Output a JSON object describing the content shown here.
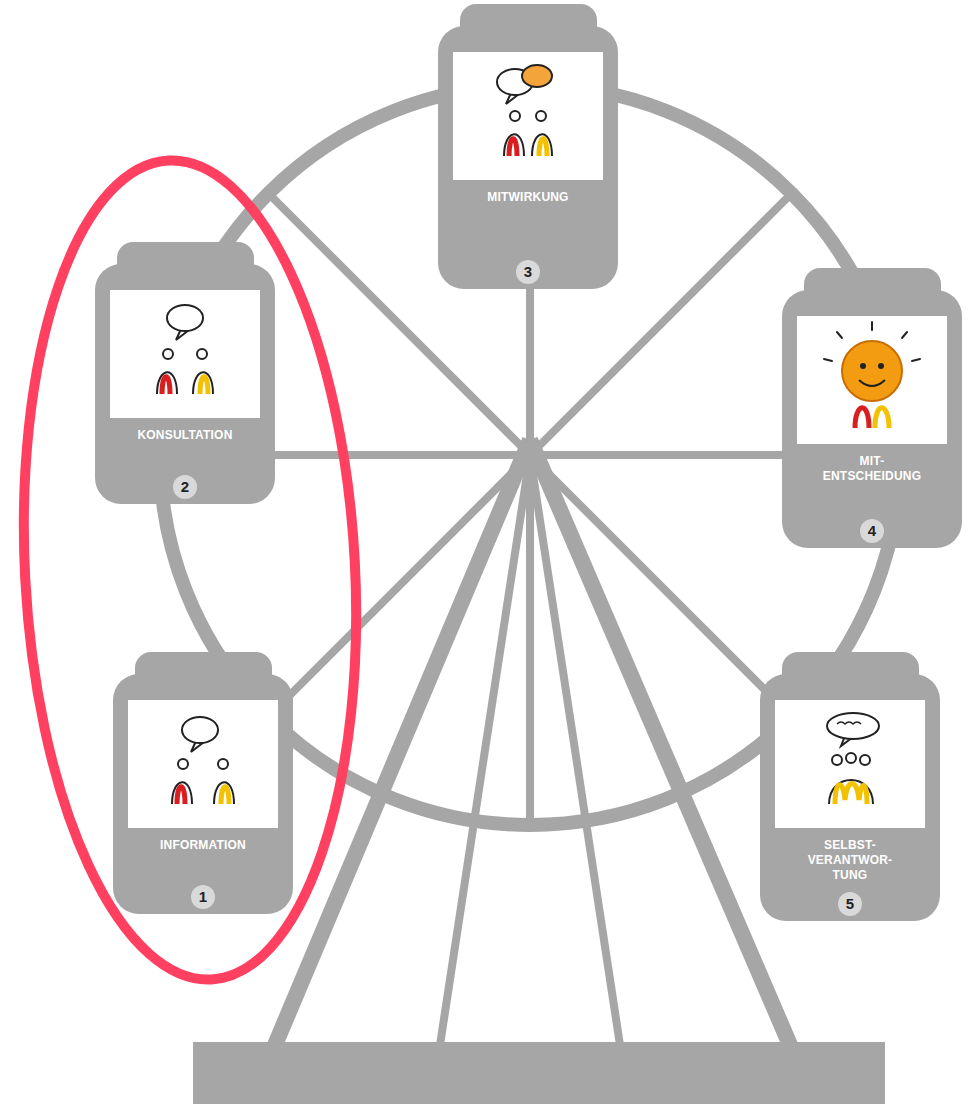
{
  "diagram": {
    "nodes": [
      {
        "text": [
          "INFORMATION",
          "1"
        ]
      },
      {
        "text": [
          "KONSULTATION",
          "2"
        ]
      },
      {
        "text": [
          "MITWIRKUNG",
          "3"
        ]
      },
      {
        "text": [
          "MIT- ENTSCHEIDUNG",
          "4"
        ]
      },
      {
        "text": [
          "SELBST- VERANTWOR- TUNG",
          "5"
        ]
      }
    ]
  }
}
